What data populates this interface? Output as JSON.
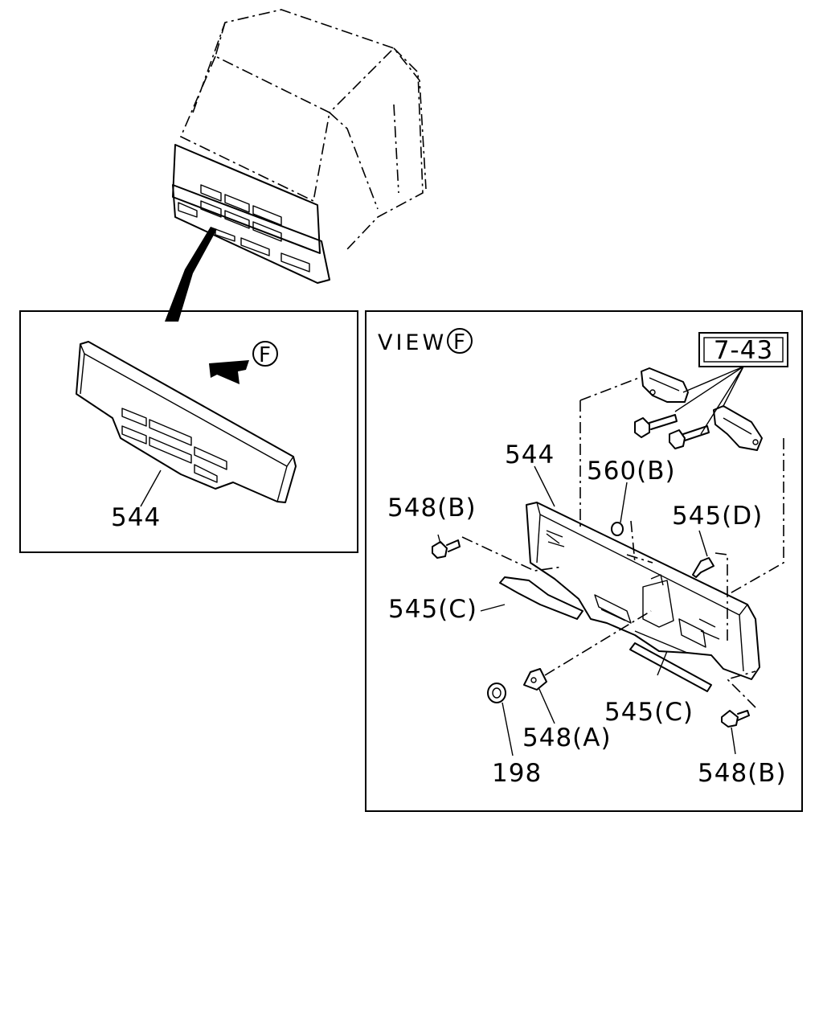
{
  "inset_label": "544",
  "view_label": "VIEW",
  "view_letter": "F",
  "arrow_letter": "F",
  "ref_box": "7-43",
  "callouts": {
    "c544": "544",
    "c560b": "560(B)",
    "c548b_left": "548(B)",
    "c545d": "545(D)",
    "c545c_left": "545(C)",
    "c545c_right": "545(C)",
    "c548a": "548(A)",
    "c198": "198",
    "c548b_right": "548(B)"
  }
}
